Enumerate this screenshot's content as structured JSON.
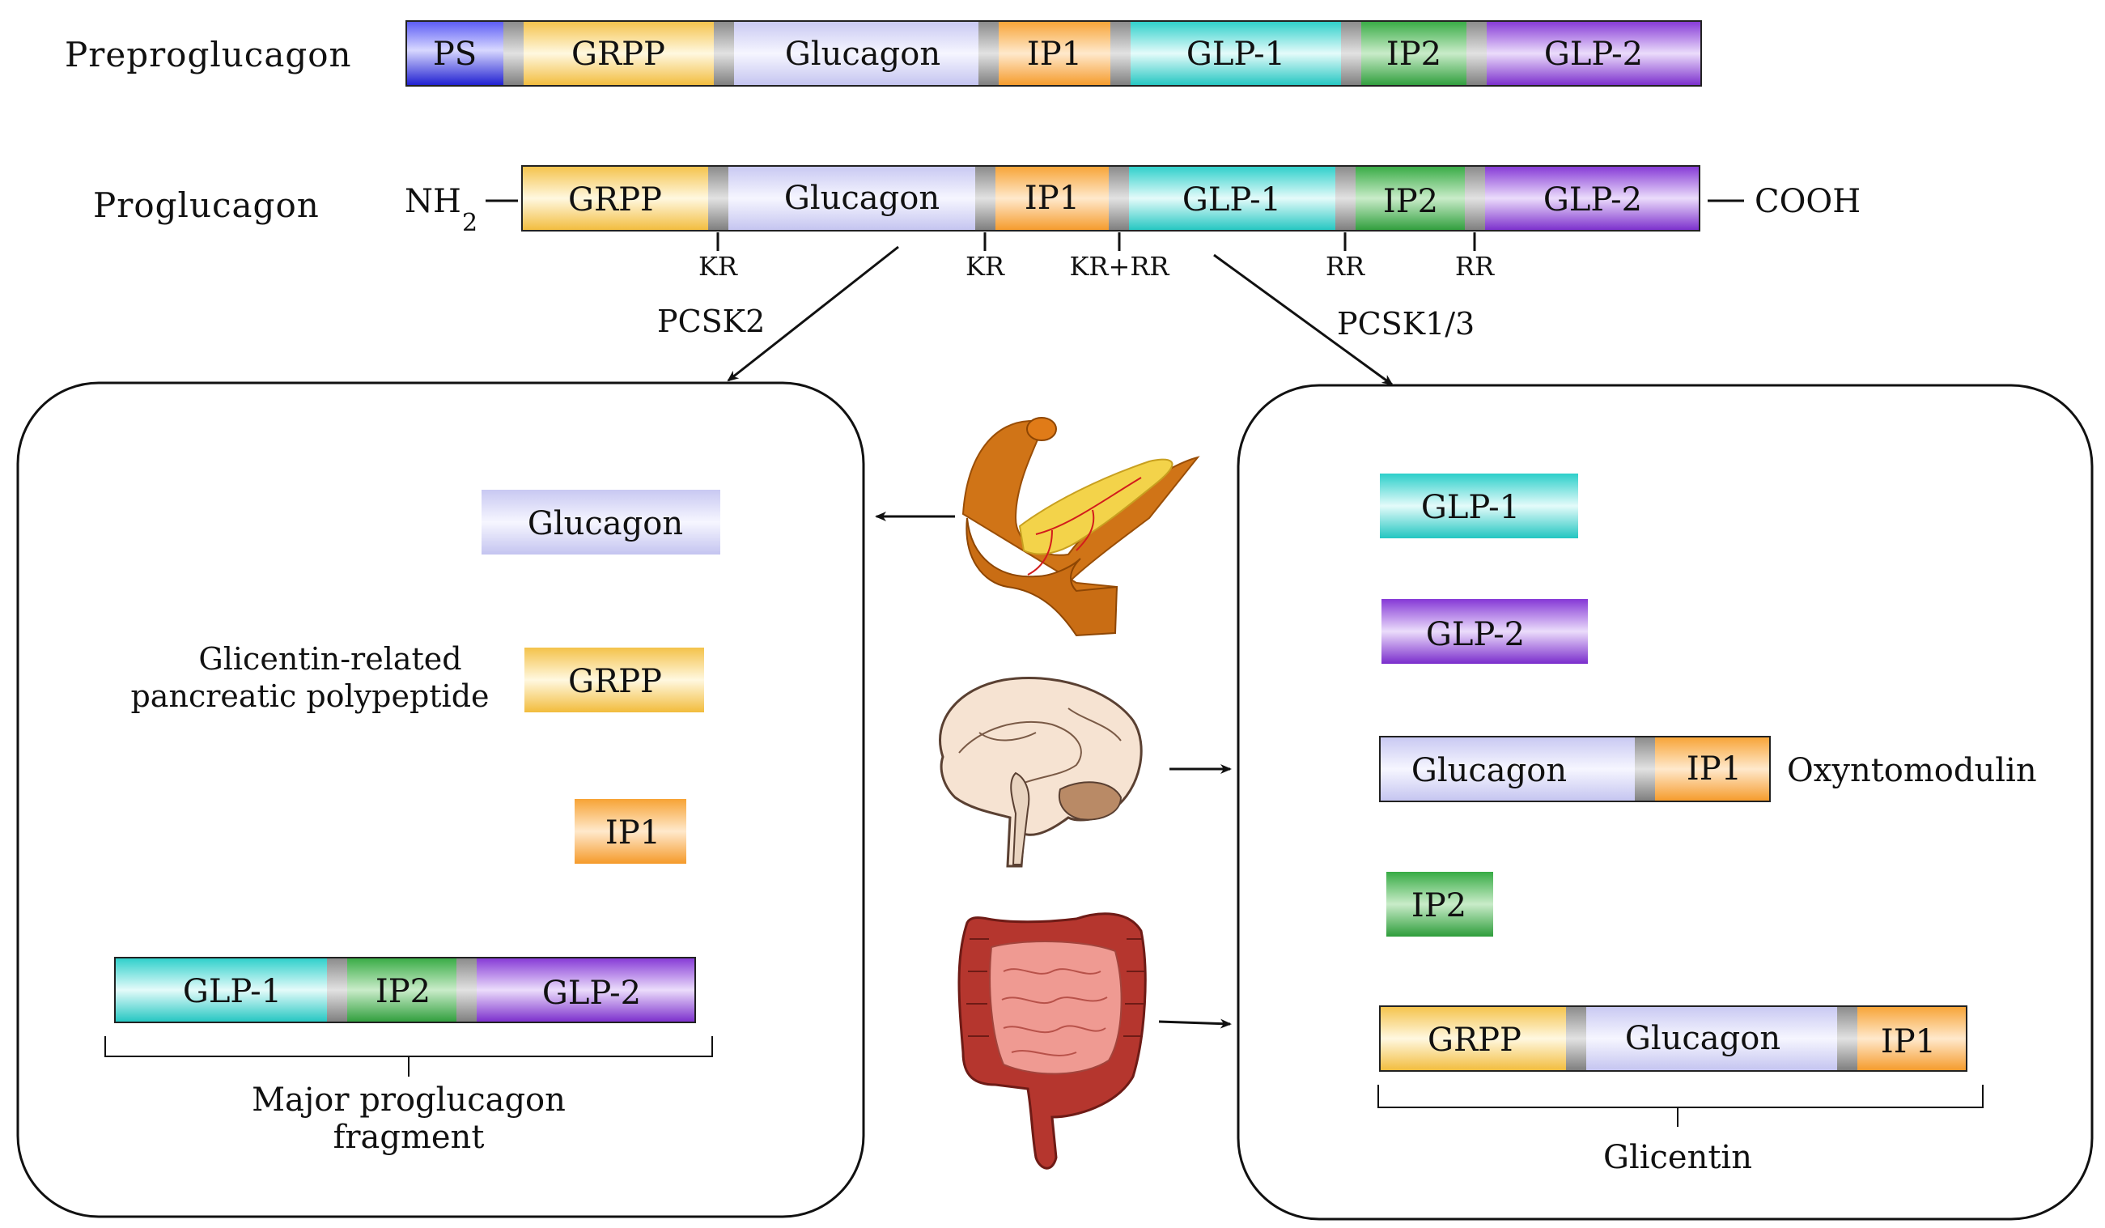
{
  "colors": {
    "ps": "#2a2ae6",
    "grpp": "#f6c84a",
    "glucagon": "#cfd0f6",
    "ip1": "#f7a43a",
    "glp1": "#2fd0cc",
    "ip2": "#3bb34a",
    "glp2": "#8a3fd8",
    "spacer": "#9a9a9a"
  },
  "rows": {
    "preproglucagon": "Preproglucagon",
    "proglucagon": "Proglucagon",
    "nh2": "NH",
    "nh2_sub": "2",
    "cooh": "COOH"
  },
  "segments": {
    "ps": "PS",
    "grpp": "GRPP",
    "glucagon": "Glucagon",
    "ip1": "IP1",
    "glp1": "GLP-1",
    "ip2": "IP2",
    "glp2": "GLP-2"
  },
  "cleavage": {
    "kr1": "KR",
    "kr2": "KR",
    "krrr": "KR+RR",
    "rr1": "RR",
    "rr2": "RR"
  },
  "enzymes": {
    "left": "PCSK2",
    "right": "PCSK1/3"
  },
  "left_panel": {
    "grpp_label_line1": "Glicentin-related",
    "grpp_label_line2": "pancreatic polypeptide",
    "bracket_label_line1": "Major proglucagon",
    "bracket_label_line2": "fragment"
  },
  "right_panel": {
    "oxyntomodulin": "Oxyntomodulin",
    "glicentin": "Glicentin"
  },
  "organs": [
    "pancreas-icon",
    "brain-icon",
    "intestine-icon"
  ]
}
